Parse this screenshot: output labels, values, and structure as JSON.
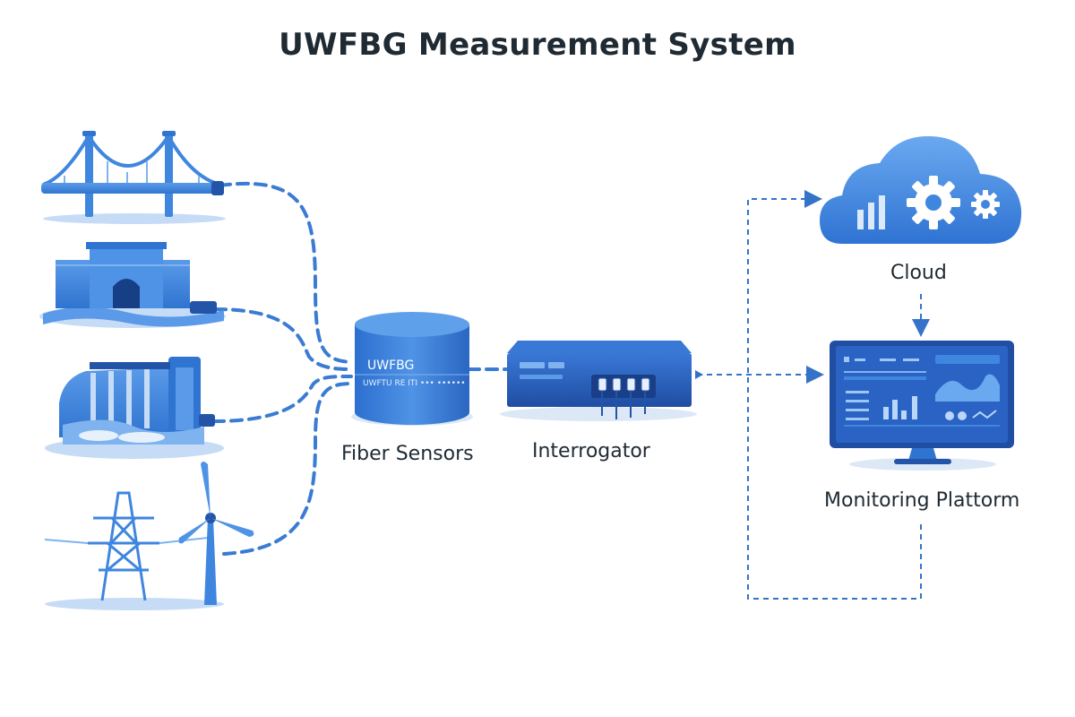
{
  "title": "UWFBG Measurement System",
  "nodes": {
    "fiber_sensors": {
      "label": "Fiber Sensors",
      "drum_title": "UWFBG",
      "drum_subtitle": "UWFTU RE ITI ••• ••••••"
    },
    "interrogator": {
      "label": "Interrogator"
    },
    "cloud": {
      "label": "Cloud"
    },
    "monitoring_platform": {
      "label": "Monitoring Plattorm"
    }
  },
  "sites": [
    {
      "name": "bridge"
    },
    {
      "name": "tunnel"
    },
    {
      "name": "dam"
    },
    {
      "name": "power-transmission-and-wind"
    }
  ],
  "colors": {
    "primary": "#3f86df",
    "dark": "#2354a8",
    "light": "#7fb3ef",
    "pale": "#c6dcf6",
    "line": "#3573c9",
    "screen": "#2a63c4",
    "text": "#1f2a33"
  }
}
